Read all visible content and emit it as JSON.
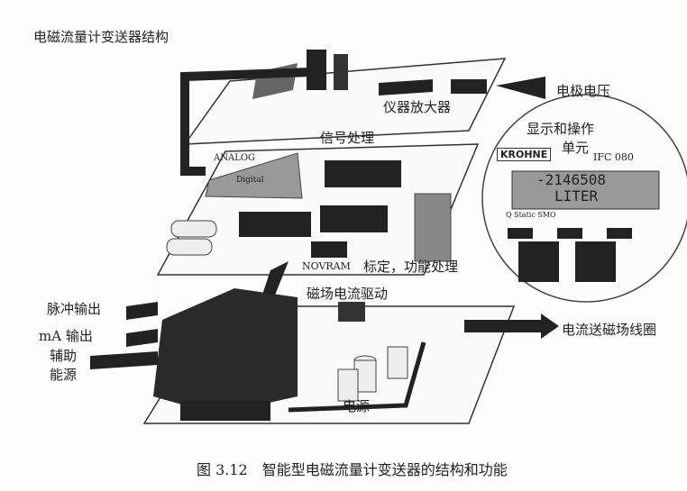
{
  "title": "电磁流量计变送器结构",
  "labels": {
    "electrode_voltage": "电极电压",
    "amplifier": "仪器放大器",
    "signal_processing": "信号处理",
    "display_unit_1": "显示和操作",
    "display_unit_2": "单元",
    "brand": "KROHNE",
    "model": "IFC 080",
    "lcd_value": "-2146508",
    "lcd_unit": "LITER",
    "lcd_status": "Q  Static  SMO",
    "analog": "ANALOG",
    "digital": "Digital",
    "novram": "NOVRAM",
    "calibration": "标定，功能处理",
    "field_current_drive": "磁场电流驱动",
    "pulse_output": "脉冲输出",
    "ma_output": "mA 输出",
    "aux_power_1": "辅助",
    "aux_power_2": "能源",
    "current_to_coil": "电流送磁场线圈",
    "power_supply": "电源"
  },
  "caption": "图 3.12　智能型电磁流量计变送器的结构和功能"
}
